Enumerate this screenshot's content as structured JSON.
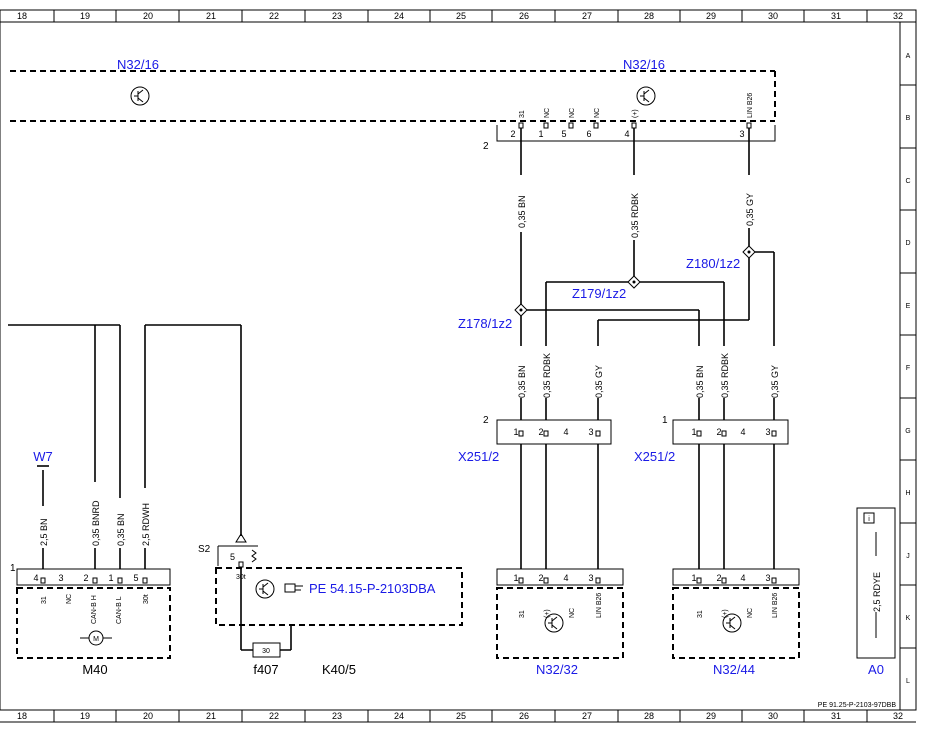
{
  "border": {
    "columns": [
      "18",
      "19",
      "20",
      "21",
      "22",
      "23",
      "24",
      "25",
      "26",
      "27",
      "28",
      "29",
      "30",
      "31",
      "32"
    ],
    "rows": [
      "A",
      "B",
      "C",
      "D",
      "E",
      "F",
      "G",
      "H",
      "J",
      "K",
      "L"
    ],
    "doc_ref": "PE 91.25-P-2103-97DBB"
  },
  "components": {
    "n32_16_left": "N32/16",
    "n32_16_right": "N32/16",
    "conn_2_top": "2",
    "z178": "Z178/1z2",
    "z179": "Z179/1z2",
    "z180": "Z180/1z2",
    "x251_left": "X251/2",
    "x251_right": "X251/2",
    "x251_left_num": "2",
    "x251_right_num": "1",
    "w7": "W7",
    "s2": "S2",
    "m40": "M40",
    "f407": "f407",
    "f407_value": "30",
    "k40_5": "K40/5",
    "pe_ref": "PE 54.15-P-2103DBA",
    "n32_32": "N32/32",
    "n32_44": "N32/44",
    "a0": "A0",
    "a0_wire": "2,5 RDYE",
    "m40_conn_num": "1",
    "s2_pin": "5",
    "k40_pin": "30t"
  },
  "wires": {
    "top_bn": "0,35 BN",
    "top_rdbk": "0,35 RDBK",
    "top_gy": "0,35 GY",
    "mid_bn_l": "0,35 BN",
    "mid_rdbk_l": "0,35 RDBK",
    "mid_gy_l": "0,35 GY",
    "mid_bn_r": "0,35 BN",
    "mid_rdbk_r": "0,35 RDBK",
    "mid_gy_r": "0,35 GY",
    "m40_bn25": "2,5 BN",
    "m40_bnrd": "0,35 BNRD",
    "m40_bn": "0,35 BN",
    "m40_rdwh": "2,5 RDWH"
  },
  "pins": {
    "n32_16_top": [
      "31",
      "NC",
      "NC",
      "NC",
      "(+)",
      "LIN B26"
    ],
    "n32_16_nums": [
      "2",
      "1",
      "5",
      "6",
      "4",
      "3"
    ],
    "x251_nums": [
      "1",
      "2",
      "4",
      "3"
    ],
    "n32_bottom_nums": [
      "1",
      "2",
      "4",
      "3"
    ],
    "n32_bottom_labels": [
      "31",
      "(+)",
      "NC",
      "LIN B26"
    ],
    "m40_nums": [
      "4",
      "3",
      "2",
      "1",
      "5"
    ],
    "m40_labels": [
      "31",
      "NC",
      "CAN-B H",
      "CAN-B L",
      "30t"
    ]
  }
}
